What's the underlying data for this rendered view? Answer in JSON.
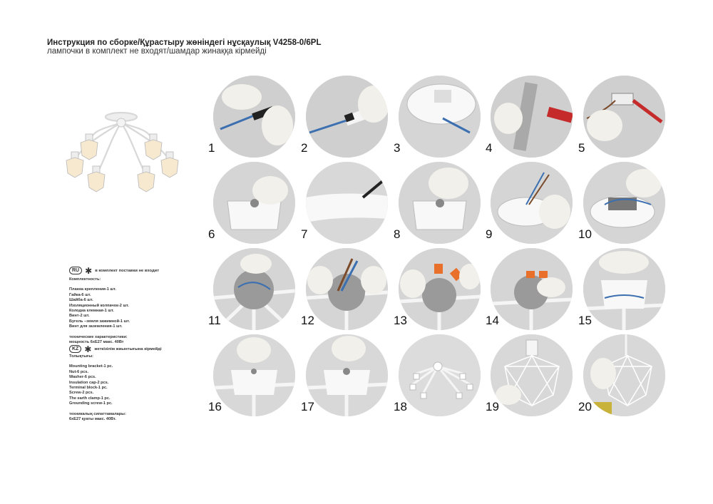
{
  "header": {
    "title": "Инструкция по сборке/Құрастыру жөніндегі нұсқаулық V4258-0/6PL",
    "subtitle": "лампочки в комплект не входят/шамдар жинаққа кірмейді"
  },
  "ru": {
    "badge": "RU",
    "note": "в комплект поставки не входит",
    "heading": "Комплектность:",
    "items": [
      "Планка крепления-1 шт.",
      "Гайка-6 шт.",
      "Шайба-6 шт.",
      "Изоляционный колпачок-2 шт.",
      "Колодка клемная-1 шт.",
      "Винт-2 шт.",
      "Бугель –земля зажимной-1 шт.",
      "Винт для заземления-1 шт."
    ],
    "tech_heading": "технические характеристики:",
    "tech_value": "мощность 6хЕ27 макс. 40Вт"
  },
  "kz": {
    "badge": "KZ",
    "note": "жеткізілім жиынтығына кірмейді",
    "heading": "Толықтығы:",
    "items": [
      "Mounting bracket-1 pc.",
      "Nut-6 pcs.",
      "Washer-6 pcs.",
      "Insulation cap-2 pcs.",
      "Terminal block-1 pc.",
      "Screw-2 pcs.",
      "The earth clamp-1 pc.",
      "Grounding screw-1 pc."
    ],
    "tech_heading": "техникалық сипаттамалары:",
    "tech_value": "6хЕ27 қуаты макс. 40Вт."
  },
  "steps": [
    "1",
    "2",
    "3",
    "4",
    "5",
    "6",
    "7",
    "8",
    "9",
    "10",
    "11",
    "12",
    "13",
    "14",
    "15",
    "16",
    "17",
    "18",
    "19",
    "20"
  ],
  "colors": {
    "background": "#ffffff",
    "text": "#222222",
    "circle": "#d4d4d4",
    "wire_blue": "#3b6fb0",
    "wire_brown": "#7a4a2a",
    "terminal_orange": "#e8702a"
  }
}
